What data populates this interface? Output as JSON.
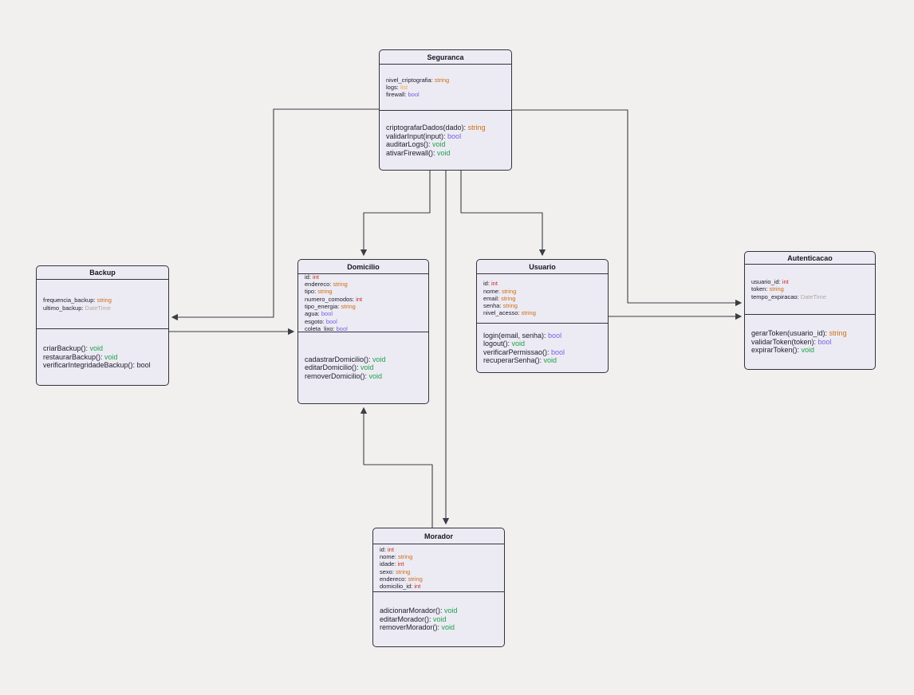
{
  "diagram_type": "uml-class-diagram",
  "colors": {
    "background": "#f1f0ee",
    "box_fill": "#ecebf4",
    "box_border": "#33333d",
    "text": "#1c1c28",
    "connector": "#3d3d46"
  },
  "type_colors": {
    "string": "#cf6c12",
    "int": "#cc2424",
    "bool": "#7b5cdf",
    "void": "#1fa048",
    "DateTime": "#b3a79d",
    "list": "#f2a45c"
  },
  "classes": [
    {
      "name": "Seguranca",
      "attributes": [
        {
          "label": "nivel_criptografia",
          "type": "string"
        },
        {
          "label": "logs",
          "type": "list"
        },
        {
          "label": "firewall",
          "type": "bool"
        }
      ],
      "methods": [
        {
          "label": "criptografarDados(dado)",
          "type": "string"
        },
        {
          "label": "validarInput(input)",
          "type": "bool"
        },
        {
          "label": "auditarLogs()",
          "type": "void"
        },
        {
          "label": "ativarFirewall()",
          "type": "void"
        }
      ]
    },
    {
      "name": "Backup",
      "attributes": [
        {
          "label": "frequencia_backup",
          "type": "string"
        },
        {
          "label": "ultimo_backup",
          "type": "DateTime"
        }
      ],
      "methods": [
        {
          "label": "criarBackup()",
          "type": "void"
        },
        {
          "label": "restaurarBackup()",
          "type": "void"
        },
        {
          "label": "verificarIntegridadeBackup()",
          "type": "bool",
          "color": "#1c1c28"
        }
      ]
    },
    {
      "name": "Domicilio",
      "attributes": [
        {
          "label": "id",
          "type": "int"
        },
        {
          "label": "endereco",
          "type": "string"
        },
        {
          "label": "tipo",
          "type": "string"
        },
        {
          "label": "numero_comodos",
          "type": "int"
        },
        {
          "label": "tipo_energia",
          "type": "string"
        },
        {
          "label": "agua",
          "type": "bool"
        },
        {
          "label": "esgoto",
          "type": "bool"
        },
        {
          "label": "coleta_lixo",
          "type": "bool"
        }
      ],
      "methods": [
        {
          "label": "cadastrarDomicilio()",
          "type": "void"
        },
        {
          "label": "editarDomicilio()",
          "type": "void"
        },
        {
          "label": "removerDomicilio()",
          "type": "void"
        }
      ]
    },
    {
      "name": "Usuario",
      "attributes": [
        {
          "label": "id",
          "type": "int"
        },
        {
          "label": "nome",
          "type": "string"
        },
        {
          "label": "email",
          "type": "string"
        },
        {
          "label": "senha",
          "type": "string"
        },
        {
          "label": "nivel_acesso",
          "type": "string"
        }
      ],
      "methods": [
        {
          "label": "login(email, senha)",
          "type": "bool"
        },
        {
          "label": "logout()",
          "type": "void"
        },
        {
          "label": "verificarPermissao()",
          "type": "bool"
        },
        {
          "label": "recuperarSenha()",
          "type": "void"
        }
      ]
    },
    {
      "name": "Autenticacao",
      "attributes": [
        {
          "label": "usuario_id",
          "type": "int"
        },
        {
          "label": "token",
          "type": "string"
        },
        {
          "label": "tempo_expiracao",
          "type": "DateTime"
        }
      ],
      "methods": [
        {
          "label": "gerarToken(usuario_id)",
          "type": "string"
        },
        {
          "label": "validarToken(token)",
          "type": "bool"
        },
        {
          "label": "expirarToken()",
          "type": "void"
        }
      ]
    },
    {
      "name": "Morador",
      "attributes": [
        {
          "label": "id",
          "type": "int"
        },
        {
          "label": "nome",
          "type": "string"
        },
        {
          "label": "idade",
          "type": "int"
        },
        {
          "label": "sexo",
          "type": "string"
        },
        {
          "label": "endereco",
          "type": "string"
        },
        {
          "label": "domicilio_id",
          "type": "int"
        }
      ],
      "methods": [
        {
          "label": "adicionarMorador()",
          "type": "void"
        },
        {
          "label": "editarMorador()",
          "type": "void"
        },
        {
          "label": "removerMorador()",
          "type": "void"
        }
      ]
    }
  ],
  "relations": [
    {
      "from": "Seguranca",
      "to": "Backup"
    },
    {
      "from": "Seguranca",
      "to": "Domicilio"
    },
    {
      "from": "Seguranca",
      "to": "Morador"
    },
    {
      "from": "Seguranca",
      "to": "Usuario"
    },
    {
      "from": "Seguranca",
      "to": "Autenticacao"
    },
    {
      "from": "Backup",
      "to": "Domicilio"
    },
    {
      "from": "Usuario",
      "to": "Autenticacao"
    },
    {
      "from": "Morador",
      "to": "Domicilio"
    }
  ]
}
